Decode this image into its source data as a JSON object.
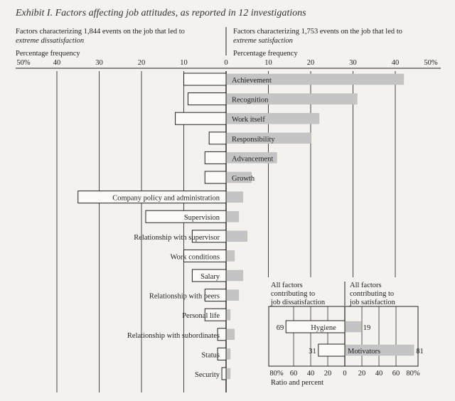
{
  "title": "Exhibit I. Factors affecting job attitudes, as reported in 12 investigations",
  "left_header": {
    "line1": "Factors characterizing 1,844 events on the job that led to",
    "line2": "extreme dissatisfaction",
    "axis_label": "Percentage frequency"
  },
  "right_header": {
    "line1": "Factors characterizing 1,753 events on the job that led to",
    "line2": "extreme satisfaction",
    "axis_label": "Percentage frequency"
  },
  "chart_data": {
    "type": "bar",
    "orientation": "horizontal-diverging",
    "x_ticks_left": [
      "50%",
      "40",
      "30",
      "20",
      "10",
      "0"
    ],
    "x_ticks_right": [
      "10",
      "20",
      "30",
      "40",
      "50%"
    ],
    "xlim": [
      0,
      50
    ],
    "categories": [
      "Achievement",
      "Recognition",
      "Work itself",
      "Responsibility",
      "Advancement",
      "Growth",
      "Company policy and administration",
      "Supervision",
      "Relationship with supervisor",
      "Work conditions",
      "Salary",
      "Relationship with peers",
      "Personal life",
      "Relationship with subordinates",
      "Status",
      "Security"
    ],
    "series": [
      {
        "name": "extreme dissatisfaction",
        "values": [
          10,
          9,
          12,
          4,
          5,
          5,
          35,
          19,
          8,
          10,
          8,
          5,
          5,
          2,
          2,
          1
        ]
      },
      {
        "name": "extreme satisfaction",
        "values": [
          42,
          31,
          22,
          20,
          12,
          6,
          4,
          3,
          5,
          2,
          4,
          3,
          1,
          2,
          1,
          1
        ]
      }
    ],
    "inset": {
      "header_left": [
        "All factors",
        "contributing to",
        "job dissatisfaction"
      ],
      "header_right": [
        "All factors",
        "contributing to",
        "job satisfaction"
      ],
      "bars": [
        {
          "name": "Hygiene",
          "dissatisfaction": 69,
          "satisfaction": 19
        },
        {
          "name": "Motivators",
          "dissatisfaction": 31,
          "satisfaction": 81
        }
      ],
      "x_ticks": [
        "80%",
        "60",
        "40",
        "20",
        "0",
        "20",
        "40",
        "60",
        "80%"
      ],
      "axis_label": "Ratio and percent"
    }
  }
}
